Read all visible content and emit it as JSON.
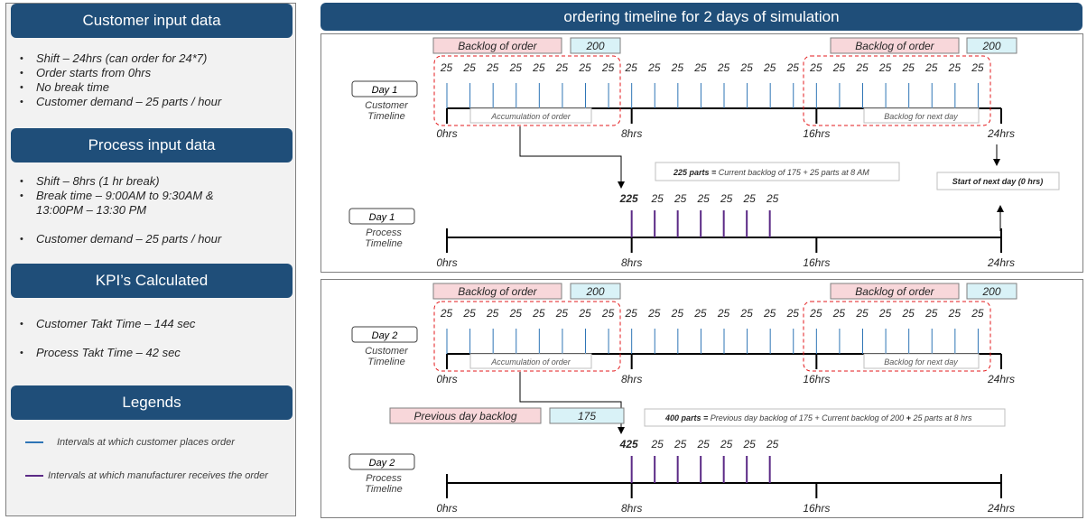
{
  "sidebar": {
    "customer_input": {
      "title": "Customer input data",
      "items": [
        "Shift – 24hrs (can order for 24*7)",
        "Order starts from 0hrs",
        "No break time",
        "Customer demand – 25 parts / hour"
      ]
    },
    "process_input": {
      "title": "Process input data",
      "items": [
        "Shift – 8hrs (1 hr break)",
        "Break time – 9:00AM  to 9:30AM &",
        "13:00PM – 13:30 PM",
        "Customer demand – 25 parts / hour"
      ]
    },
    "kpi": {
      "title": "KPI’s Calculated",
      "items": [
        "Customer Takt Time – 144 sec",
        "Process Takt Time – 42 sec"
      ]
    },
    "legends": {
      "title": "Legends",
      "items": [
        {
          "text": "Intervals at which customer places order",
          "color": "#2e75b6"
        },
        {
          "text": "Intervals at which manufacturer receives the order",
          "color": "#5b2a86"
        }
      ]
    }
  },
  "main_title": "ordering timeline for 2 days of simulation",
  "colors": {
    "header": "#1f4e79",
    "customer_tick": "#2e75b6",
    "process_tick": "#5b2a86",
    "dashed_box": "#e31a1c",
    "backlog_fill": "#f8d7da",
    "value_fill": "#d9f2f7"
  },
  "timeline": {
    "time_labels": [
      "0hrs",
      "8hrs",
      "16hrs",
      "24hrs"
    ],
    "hourly_qty": "25",
    "hours_per_day": 24,
    "process_orders": 7
  },
  "days": [
    {
      "backlog_label": "Backlog of order",
      "backlog_value_1": "200",
      "backlog_value_2": "200",
      "customer_day_label": "Day 1",
      "customer_timeline_label": [
        "Customer",
        "Timeline"
      ],
      "accumulation_label": "Accumulation of order",
      "next_day_label": "Backlog for next day",
      "note_bold": "225 parts =",
      "note_rest": " Current backlog of 175 + 25 parts at 8 AM",
      "start_next_day": "Start of next day (0 hrs)",
      "process_day_label": "Day 1",
      "process_timeline_label": [
        "Process",
        "Timeline"
      ],
      "first_order": "225"
    },
    {
      "backlog_label": "Backlog of order",
      "backlog_value_1": "200",
      "backlog_value_2": "200",
      "customer_day_label": "Day 2",
      "customer_timeline_label": [
        "Customer",
        "Timeline"
      ],
      "accumulation_label": "Accumulation of order",
      "next_day_label": "Backlog for next day",
      "prev_backlog_label": "Previous day backlog",
      "prev_backlog_value": "175",
      "note_bold": "400 parts =",
      "note_rest": " Previous day backlog of 175 + Current backlog of 200 ",
      "note_bold2": "+",
      "note_rest2": " 25 parts at 8 hrs",
      "process_day_label": "Day 2",
      "process_timeline_label": [
        "Process",
        "Timeline"
      ],
      "first_order": "425"
    }
  ]
}
